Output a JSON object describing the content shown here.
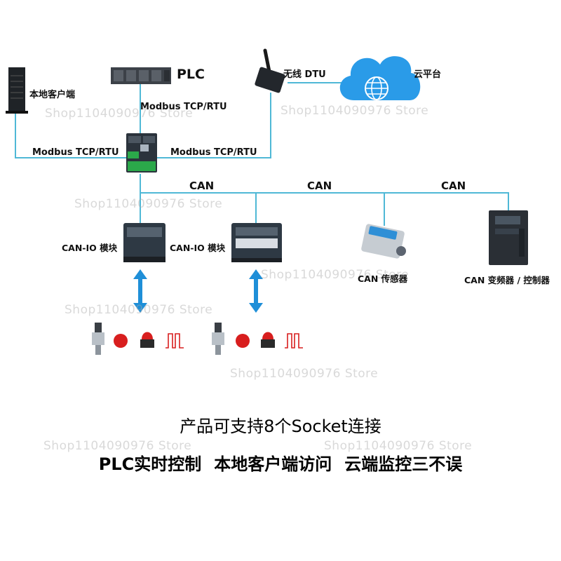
{
  "nodes": {
    "local_client": "本地客户端",
    "plc": "PLC",
    "wireless_dtu": "无线 DTU",
    "cloud": "云平台",
    "can_io_1": "CAN-IO 模块",
    "can_io_2": "CAN-IO 模块",
    "can_sensor": "CAN 传感器",
    "can_inverter": "CAN 变频器 / 控制器"
  },
  "links": {
    "plc_link": "Modbus TCP/RTU",
    "client_link": "Modbus TCP/RTU",
    "dtu_link": "Modbus TCP/RTU",
    "can_1": "CAN",
    "can_2": "CAN",
    "can_3": "CAN"
  },
  "watermark": "Shop1104090976 Store",
  "caption": {
    "line1": "产品可支持8个Socket连接",
    "line2_parts": [
      "PLC实时控制",
      "本地客户端访问",
      "云端监控三不误"
    ]
  },
  "colors": {
    "line": "#4fb8d6",
    "arrow": "#1f8fd8",
    "cloud": "#2a9be8",
    "device": "#3a4552",
    "alarm_red": "#d81e1e"
  }
}
